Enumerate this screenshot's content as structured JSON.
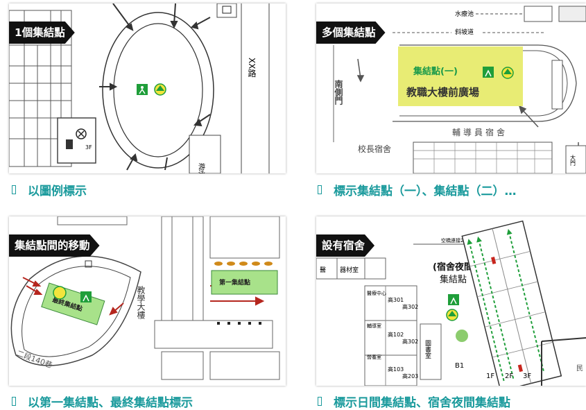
{
  "panels": [
    {
      "tag": "1個集結點",
      "caption": "以圖例標示",
      "road_label": "XX路",
      "floor_label": "3F",
      "pool_label": "游泳"
    },
    {
      "tag": "多個集結點",
      "caption": "標示集結點（一）、集結點（二）…",
      "top_label": "水療池",
      "slope_label": "斜坡道",
      "south_gate": "南側門",
      "point_label": "集結點(一)",
      "plaza_label": "教職大樓前廣場",
      "dorm_label": "輔導員宿舍",
      "principal_label": "校長宿舍",
      "right_label": "大門"
    },
    {
      "tag": "集結點間的移動",
      "caption": "以第一集結點、最終集結點標示",
      "first_point": "第一集結點",
      "final_point": "最終集結點",
      "building_label": "教學大樓",
      "road_label": "二段140巷"
    },
    {
      "tag": "設有宿舍",
      "caption": "標示日間集結點、宿舍夜間集結點",
      "bridge_label": "空橋連接2.3樓",
      "night_title": "(宿舍夜間)",
      "night_sub": "集結點",
      "left_rooms": [
        "醫",
        "器材室"
      ],
      "library": "圖書室",
      "clinic": "醫療中心",
      "counsel": "輔導室",
      "diet": "營養室",
      "rooms": [
        "高301",
        "高302",
        "高102",
        "高302",
        "高103",
        "高203"
      ],
      "floors": [
        "B1",
        "1F",
        "2F",
        "3F"
      ],
      "right_edge": "民"
    }
  ],
  "colors": {
    "accent": "#1a9a9c",
    "tag_bg": "#111111",
    "green": "#1f9e3a",
    "yellow_point": "#f2e43c",
    "arrow_red": "#b5261e"
  }
}
